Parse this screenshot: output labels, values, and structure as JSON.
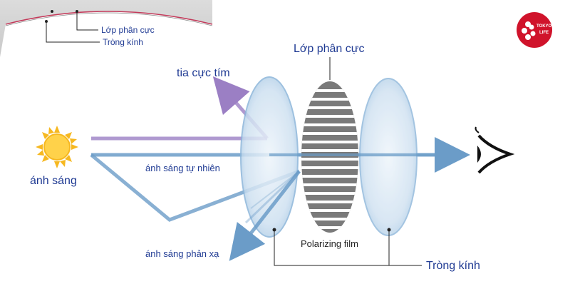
{
  "inset": {
    "label_top": "Lớp phân cực",
    "label_bottom": "Tròng kính"
  },
  "logo": {
    "brand_text_1": "TOKYO",
    "brand_text_2": "LIFE",
    "color": "#d0132b"
  },
  "labels": {
    "polarizer_title": "Lớp phân cực",
    "uv_ray": "tia cực tím",
    "light_source": "ánh sáng",
    "natural_light": "ánh sáng tự nhiên",
    "reflected_light": "ánh sáng phản xạ",
    "polarizing_film": "Polarizing film",
    "lens": "Tròng kính"
  },
  "colors": {
    "label_blue": "#1f3a93",
    "uv_purple": "#9b7fc4",
    "ray_blue": "#6b9cc8",
    "sun_yellow": "#f6b820"
  },
  "icons": [
    "sun-icon",
    "eye-icon",
    "sakura-logo-icon"
  ]
}
